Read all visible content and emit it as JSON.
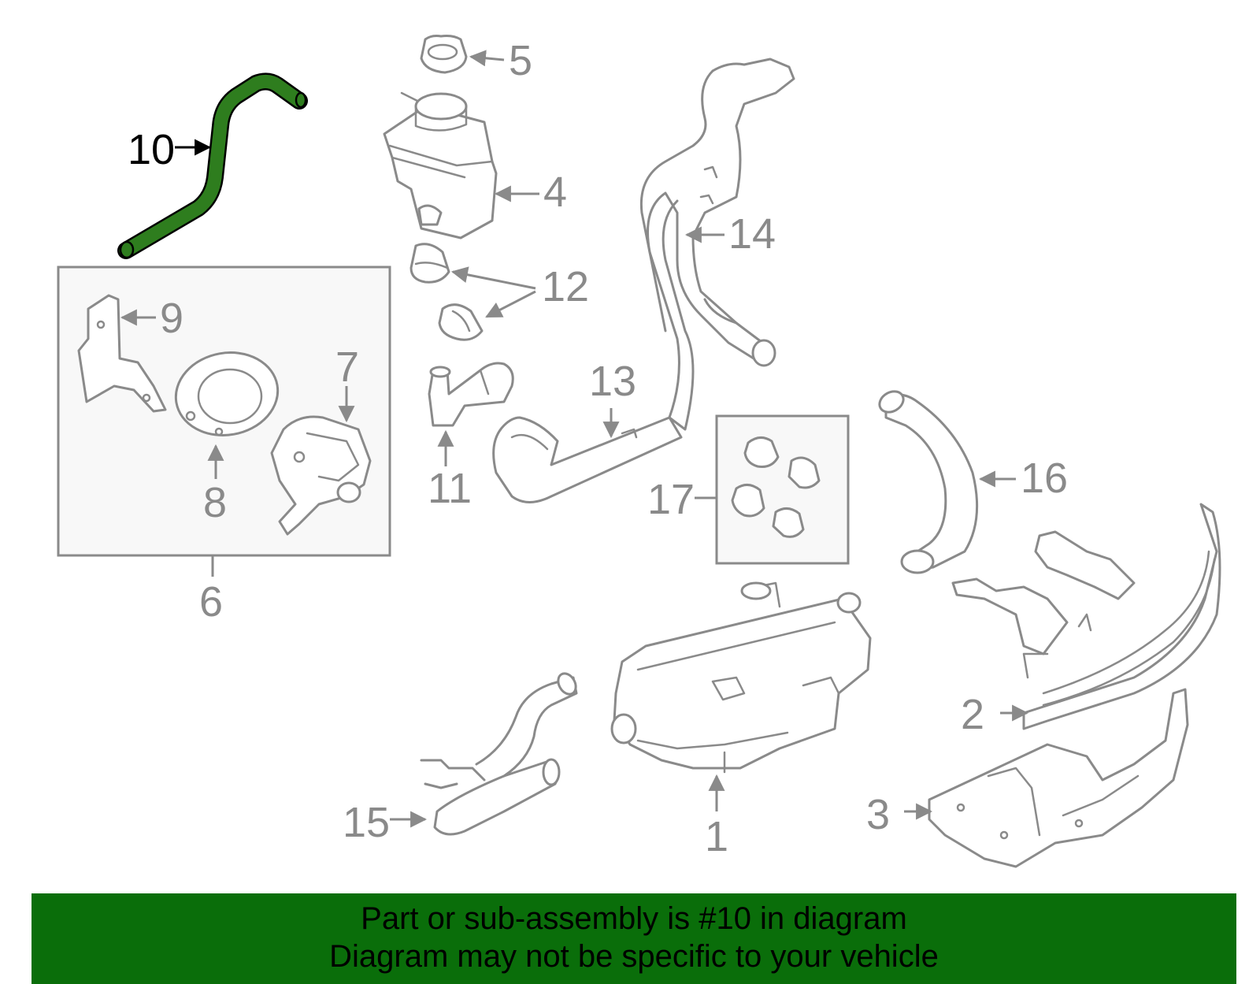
{
  "callouts": {
    "c1": "1",
    "c2": "2",
    "c3": "3",
    "c4": "4",
    "c5": "5",
    "c6": "6",
    "c7": "7",
    "c8": "8",
    "c9": "9",
    "c10": "10",
    "c11": "11",
    "c12": "12",
    "c13": "13",
    "c14": "14",
    "c15": "15",
    "c16": "16",
    "c17": "17"
  },
  "highlight": {
    "part": "10",
    "color": "#2e7d1e"
  },
  "banner": {
    "line1": "Part or sub-assembly is #10 in diagram",
    "line2": "Diagram may not be specific to your vehicle",
    "background": "#0a6e0a"
  }
}
